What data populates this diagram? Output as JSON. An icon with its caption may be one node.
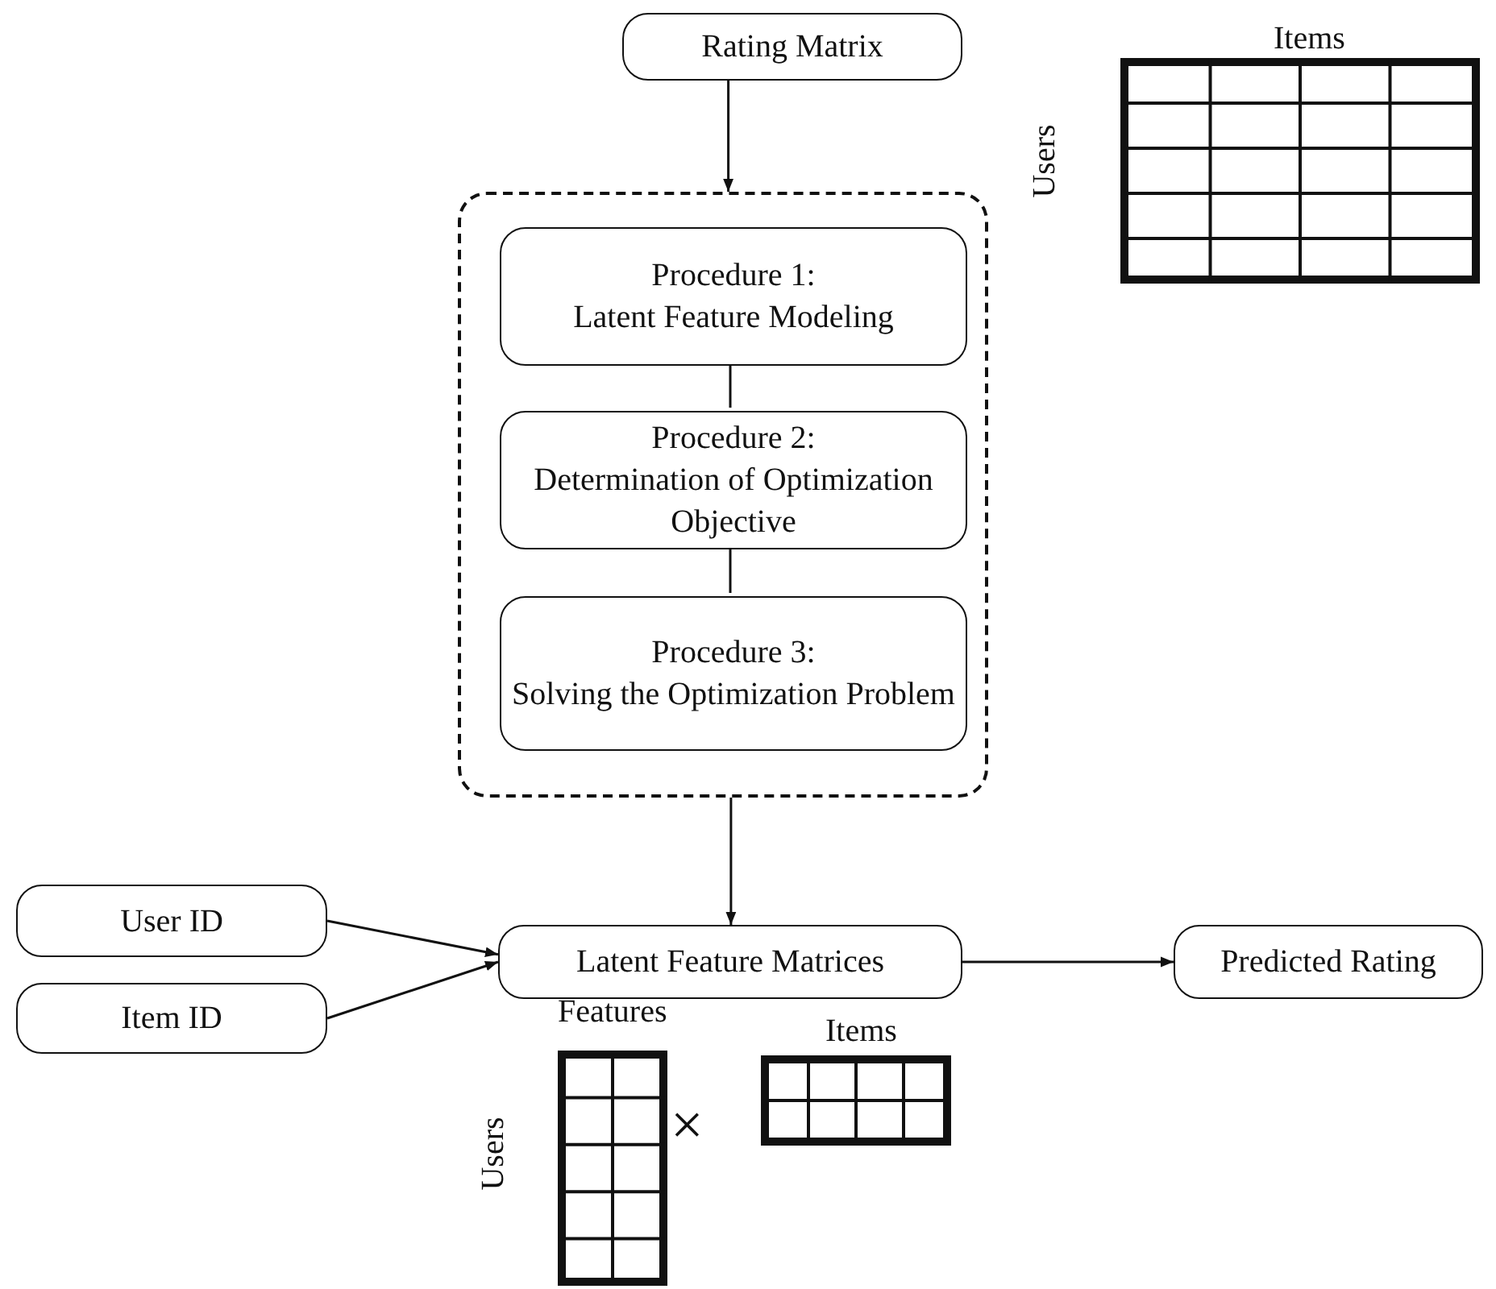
{
  "diagram": {
    "nodes": [
      {
        "text": [
          "Rating Matrix"
        ]
      },
      {
        "text": [],
        "shape": "box"
      },
      {
        "text": [
          "Procedure 1:",
          "Latent Feature Modeling"
        ],
        "in": 1
      },
      {
        "text": [
          "Procedure 2:",
          "Determination of Optimization Objective"
        ],
        "in": 1
      },
      {
        "text": [
          "Procedure 3:",
          "Solving the Optimization Problem"
        ],
        "in": 1
      },
      {
        "text": [
          "User ID"
        ]
      },
      {
        "text": [
          "Item ID"
        ]
      },
      {
        "text": [
          "Latent Feature Matrices"
        ]
      },
      {
        "text": [
          "Predicted Rating"
        ]
      }
    ],
    "edges": [
      {
        "from": 0,
        "to": 1,
        "arrow": "to"
      },
      {
        "from": 2,
        "to": 3,
        "arrow": "none"
      },
      {
        "from": 3,
        "to": 4,
        "arrow": "none"
      },
      {
        "from": 1,
        "to": 7,
        "arrow": "to"
      },
      {
        "from": 5,
        "to": 7,
        "arrow": "to"
      },
      {
        "from": 6,
        "to": 7,
        "arrow": "to"
      },
      {
        "from": 7,
        "to": 8,
        "arrow": "to"
      }
    ],
    "labels": [
      "Items",
      "Users",
      "Features",
      "Items",
      "Users",
      "×"
    ]
  }
}
